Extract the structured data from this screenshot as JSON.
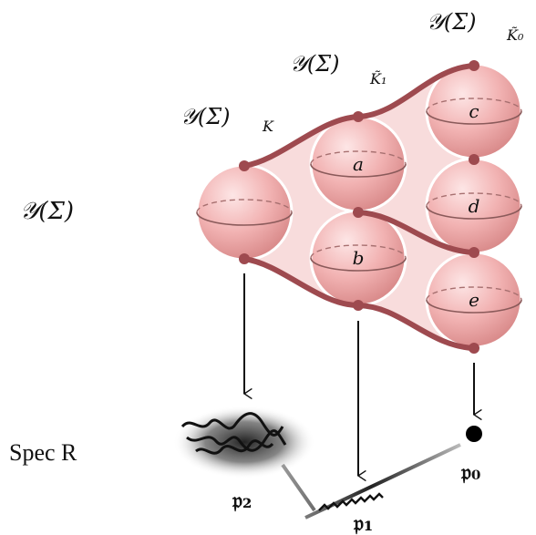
{
  "labels": {
    "y_sigma": "𝒴(Σ)",
    "y_sigma_K": "𝒴(Σ)",
    "y_sigma_K_sub": "K",
    "y_sigma_K1": "𝒴(Σ)",
    "y_sigma_K1_sub": "K̃₁",
    "y_sigma_K0": "𝒴(Σ)",
    "y_sigma_K0_sub": "K̃₀",
    "spec_r": "Spec R",
    "p0": "𝔭₀",
    "p1": "𝔭₁",
    "p2": "𝔭₂"
  },
  "spheres": [
    {
      "id": "sphere-left",
      "label": ""
    },
    {
      "id": "sphere-a",
      "label": "a"
    },
    {
      "id": "sphere-b",
      "label": "b"
    },
    {
      "id": "sphere-c",
      "label": "c"
    },
    {
      "id": "sphere-d",
      "label": "d"
    },
    {
      "id": "sphere-e",
      "label": "e"
    }
  ],
  "colors": {
    "sphere_fill": "#f2b3b3",
    "sphere_dark": "#d98a8a",
    "sheet": "#f7d6d6",
    "curve": "#9e4a4f",
    "ink": "#111111"
  }
}
